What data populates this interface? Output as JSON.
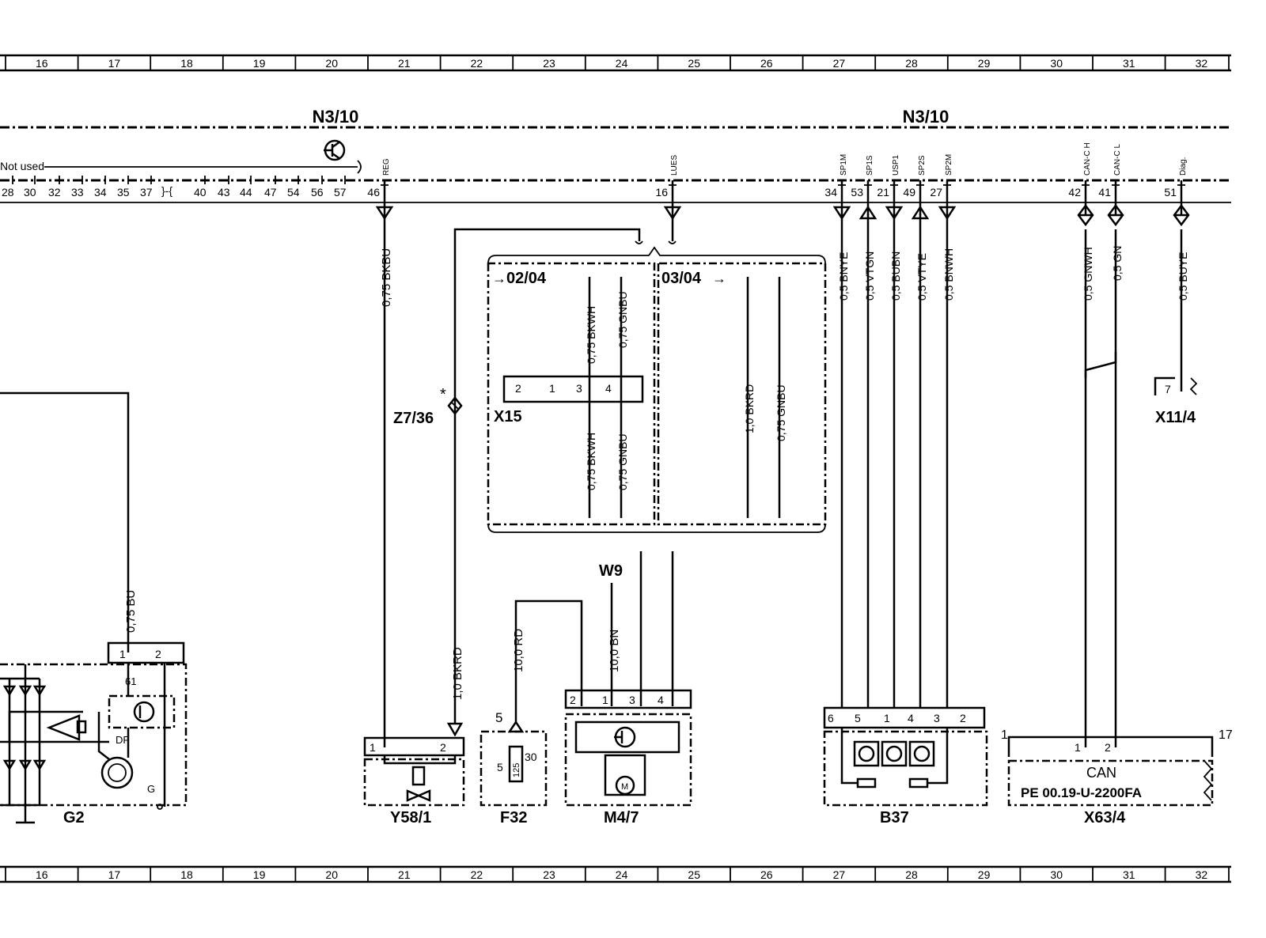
{
  "grid": {
    "columns": [
      "16",
      "17",
      "18",
      "19",
      "20",
      "21",
      "22",
      "23",
      "24",
      "25",
      "26",
      "27",
      "28",
      "29",
      "30",
      "31",
      "32"
    ]
  },
  "headers": {
    "left_module": "N3/10",
    "right_module": "N3/10"
  },
  "pin_strip": {
    "not_used": "Not used",
    "left_pins": [
      "28",
      "30",
      "32",
      "33",
      "34",
      "35",
      "37",
      "40",
      "43",
      "44",
      "47",
      "54",
      "56",
      "57"
    ]
  },
  "pins": [
    {
      "num": "46",
      "sig": "REG"
    },
    {
      "num": "16",
      "sig": "LUES"
    },
    {
      "num": "34",
      "sig": "SP1M"
    },
    {
      "num": "53",
      "sig": "SP1S"
    },
    {
      "num": "21",
      "sig": "USP1"
    },
    {
      "num": "49",
      "sig": "SP2S"
    },
    {
      "num": "27",
      "sig": "SP2M"
    },
    {
      "num": "42",
      "sig": "CAN-C H"
    },
    {
      "num": "41",
      "sig": "CAN-C L"
    },
    {
      "num": "51",
      "sig": "Diag."
    }
  ],
  "wires": {
    "bkbu": "0,75 BKBU",
    "bu": "0,75 BU",
    "bkrd_z": "1,0 BKRD",
    "bnye": "0,5 BNYE",
    "vtgn": "0,5 VTGN",
    "bubn": "0,5 BUBN",
    "vtye": "0,5 VTYE",
    "bnwh": "0,5 BNWH",
    "gnwh": "0,5 GNWH",
    "gn": "0,5 GN",
    "buye": "0,5 BUYE",
    "bkwh_top": "0,75 BKWH",
    "gnbu_top": "0,75 GNBU",
    "bkwh_bot": "0,75 BKWH",
    "gnbu_bot": "0,75 GNBU",
    "bkrd_r": "1,0 BKRD",
    "gnbu_r": "0,75 GNBU",
    "rd10": "10,0 RD",
    "bn10": "10,0 BN"
  },
  "refs": {
    "ref_left": "02/04",
    "ref_right": "03/04"
  },
  "components": {
    "g2": {
      "label": "G2",
      "pin1": "1",
      "pin2": "2",
      "pin61": "61",
      "df": "DF",
      "g": "G"
    },
    "z736": {
      "label": "Z7/36",
      "star": "*"
    },
    "x15": {
      "label": "X15",
      "p1": "2",
      "p2": "1",
      "p3": "3",
      "p4": "4"
    },
    "x114": {
      "label": "X11/4",
      "pin": "7"
    },
    "w9": {
      "label": "W9"
    },
    "y581": {
      "label": "Y58/1",
      "p1": "1",
      "p2": "2"
    },
    "f32": {
      "label": "F32",
      "p5": "5",
      "p5b": "5",
      "p30": "30",
      "rating": "125"
    },
    "m47": {
      "label": "M4/7",
      "p2": "2",
      "p1": "1",
      "p3": "3",
      "p4": "4"
    },
    "b37": {
      "label": "B37",
      "p6": "6",
      "p5": "5",
      "p1": "1",
      "p4": "4",
      "p3": "3",
      "p2": "2"
    },
    "x634": {
      "label": "X63/4",
      "left": "1",
      "right": "17",
      "p1": "1",
      "p2": "2",
      "can": "CAN",
      "pe": "PE  00.19-U-2200FA"
    }
  }
}
